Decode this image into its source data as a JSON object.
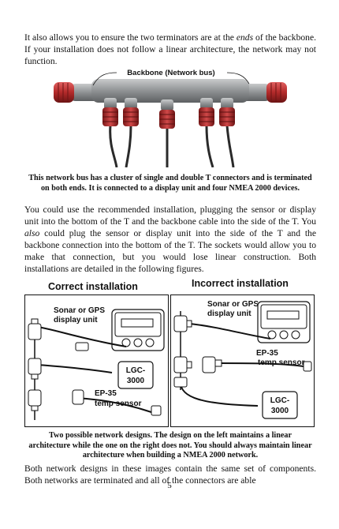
{
  "intro_lines": [
    "It also allows you to ensure the two terminators are at the ",
    "ends",
    " of the backbone. If your installation does not follow a linear architecture, the network may not function."
  ],
  "photo": {
    "callout_label": "Backbone (Network bus)",
    "caption": "This network bus has a cluster of single and double T connectors and is terminated on both ends. It is connected to a display unit and four NMEA 2000 devices."
  },
  "body": {
    "p1_a": "You could use the recommended installation, plugging the sensor or display unit into the bottom of the T and the backbone cable into the side of the T. You ",
    "p1_em": "also",
    "p1_b": " could plug the sensor or display unit into the side of the T and the backbone connection into the bottom of the T. The sockets would allow you to make that connection, but you would lose linear construction. Both installations are detailed in the following figures."
  },
  "diagrams": {
    "left": {
      "heading": "Correct installation",
      "display_label_1": "Sonar or GPS",
      "display_label_2": "display  unit",
      "device_label_1": "LGC-",
      "device_label_2": "3000",
      "sensor_label_1": "EP-35",
      "sensor_label_2": "temp sensor"
    },
    "right": {
      "heading": "Incorrect installation",
      "display_label_1": "Sonar or GPS",
      "display_label_2": "display  unit",
      "sensor_label_1": "EP-35",
      "sensor_label_2": "temp sensor",
      "device_label_1": "LGC-",
      "device_label_2": "3000"
    },
    "caption": "Two possible network designs. The design on the left maintains a linear architecture while the one on the right does not. You should always maintain linear architecture when building a NMEA 2000 network."
  },
  "closing": "Both network designs in these images contain the same set of components. Both networks are terminated and all of the connectors are able",
  "page_number": "5",
  "colors": {
    "connector_red": "#b32a2a",
    "body_gray": "#8f9294"
  }
}
